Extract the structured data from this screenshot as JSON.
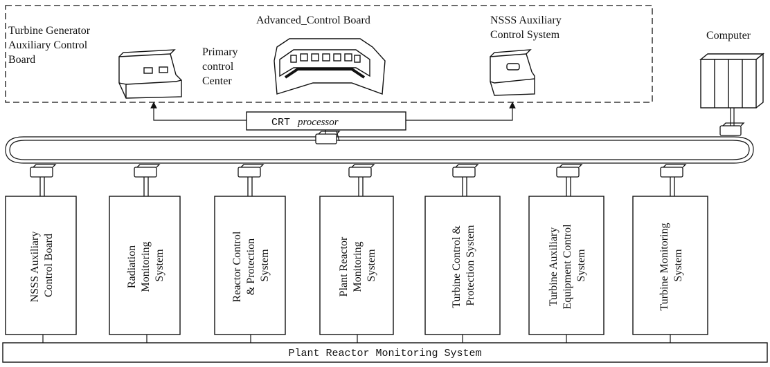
{
  "control_room": {
    "turbine_generator_board": [
      "Turbine Generator",
      "Auxiliary Control",
      "Board"
    ],
    "advanced_board": "Advanced_Control Board",
    "primary_center": [
      "Primary",
      "control",
      "Center"
    ],
    "nsss_aux_control": [
      "NSSS Auxiliary",
      "Control System"
    ]
  },
  "computer_label": "Computer",
  "crt_processor": [
    "CRT",
    "processor"
  ],
  "subsystems": [
    [
      "NSSS Auxiliary",
      "Control Board"
    ],
    [
      "Radiation",
      "Monitoring",
      "System"
    ],
    [
      "Reactor Control",
      "& Protection",
      "System"
    ],
    [
      "Plant Reactor",
      "Monitoring",
      "System"
    ],
    [
      "Turbine Control &",
      "Protection System"
    ],
    [
      "Turbine Auxiliary",
      "Equipment Control",
      "System"
    ],
    [
      "Turbine Monitoring",
      "System"
    ]
  ],
  "bottom_bus": "Plant Reactor Monitoring System"
}
